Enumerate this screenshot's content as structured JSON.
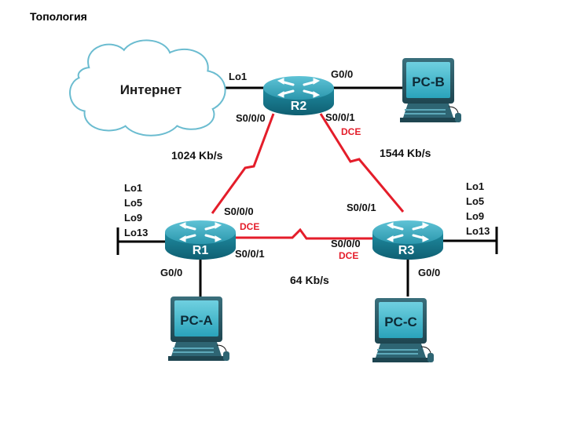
{
  "title": "Топология",
  "cloud_label": "Интернет",
  "routers": {
    "r1": "R1",
    "r2": "R2",
    "r3": "R3"
  },
  "pcs": {
    "a": "PC-A",
    "b": "PC-B",
    "c": "PC-C"
  },
  "interfaces": {
    "r2_lo1": "Lo1",
    "r2_g00": "G0/0",
    "r2_s000": "S0/0/0",
    "r2_s001": "S0/0/1",
    "r2_dce": "DCE",
    "r1_s000": "S0/0/0",
    "r1_dce": "DCE",
    "r1_s001": "S0/0/1",
    "r1_g00": "G0/0",
    "r3_s001": "S0/0/1",
    "r3_s000": "S0/0/0",
    "r3_dce": "DCE",
    "r3_g00": "G0/0"
  },
  "loopbacks_r1": [
    "Lo1",
    "Lo5",
    "Lo9",
    "Lo13"
  ],
  "loopbacks_r3": [
    "Lo1",
    "Lo5",
    "Lo9",
    "Lo13"
  ],
  "speeds": {
    "r1_r2": "1024 Kb/s",
    "r2_r3": "1544 Kb/s",
    "r1_r3": "64 Kb/s"
  },
  "colors": {
    "serial_link": "#e41d2a",
    "ethernet_link": "#000000",
    "router": "#1f8ba0",
    "dce": "#e41d2a"
  }
}
